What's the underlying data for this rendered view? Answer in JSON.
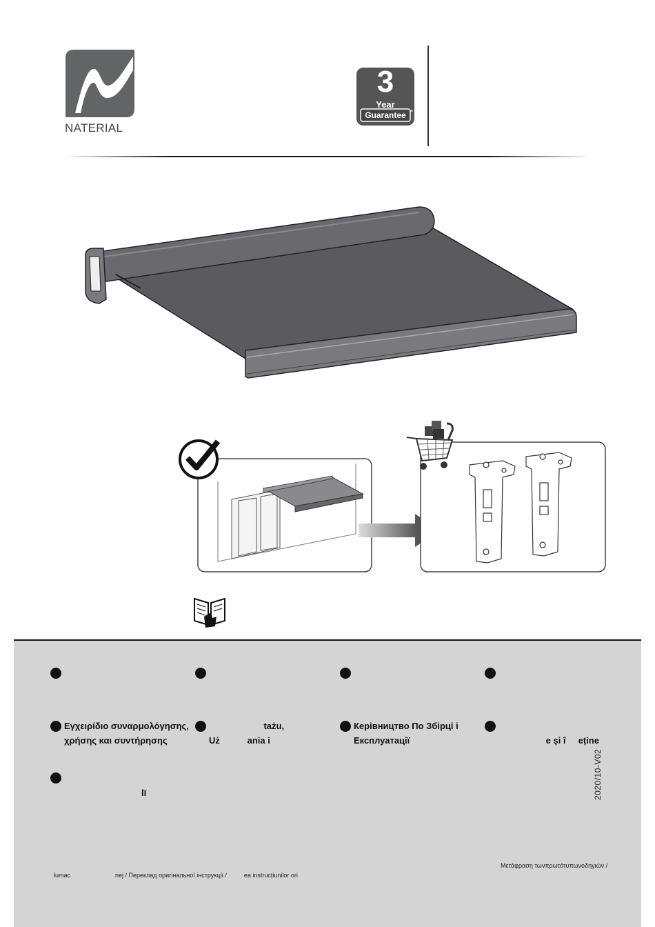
{
  "header": {
    "brand": "NATERIAL",
    "guarantee": {
      "number": "3",
      "year": "Year",
      "label": "Guarantee",
      "mark": "*"
    }
  },
  "languages": [
    {
      "id": "el",
      "text": "Εγχειρίδιο συναρμολόγησης,\nχρήσης και συντήρησης"
    },
    {
      "id": "pl",
      "text": "                      tażu,\nUż           ania i"
    },
    {
      "id": "uk",
      "text": "Керівництво По Збірці і\nЕксплуатації"
    },
    {
      "id": "ro",
      "text": "\n                   e și î     eține"
    },
    {
      "id": "ru",
      "text": "\n                               lï"
    }
  ],
  "footer": {
    "greek_translation": "Μετάφραση τωνπρωτότυπωνοδηγιών /",
    "translation_line": "łumac                          nej / Переклад оригінальної інструкції /          ea instrucțiunilor ori",
    "version": "2020/10-V02"
  },
  "colors": {
    "fabric": "#5b5a5f",
    "grey_band": "#d4d4d4",
    "logo": "#636466"
  }
}
